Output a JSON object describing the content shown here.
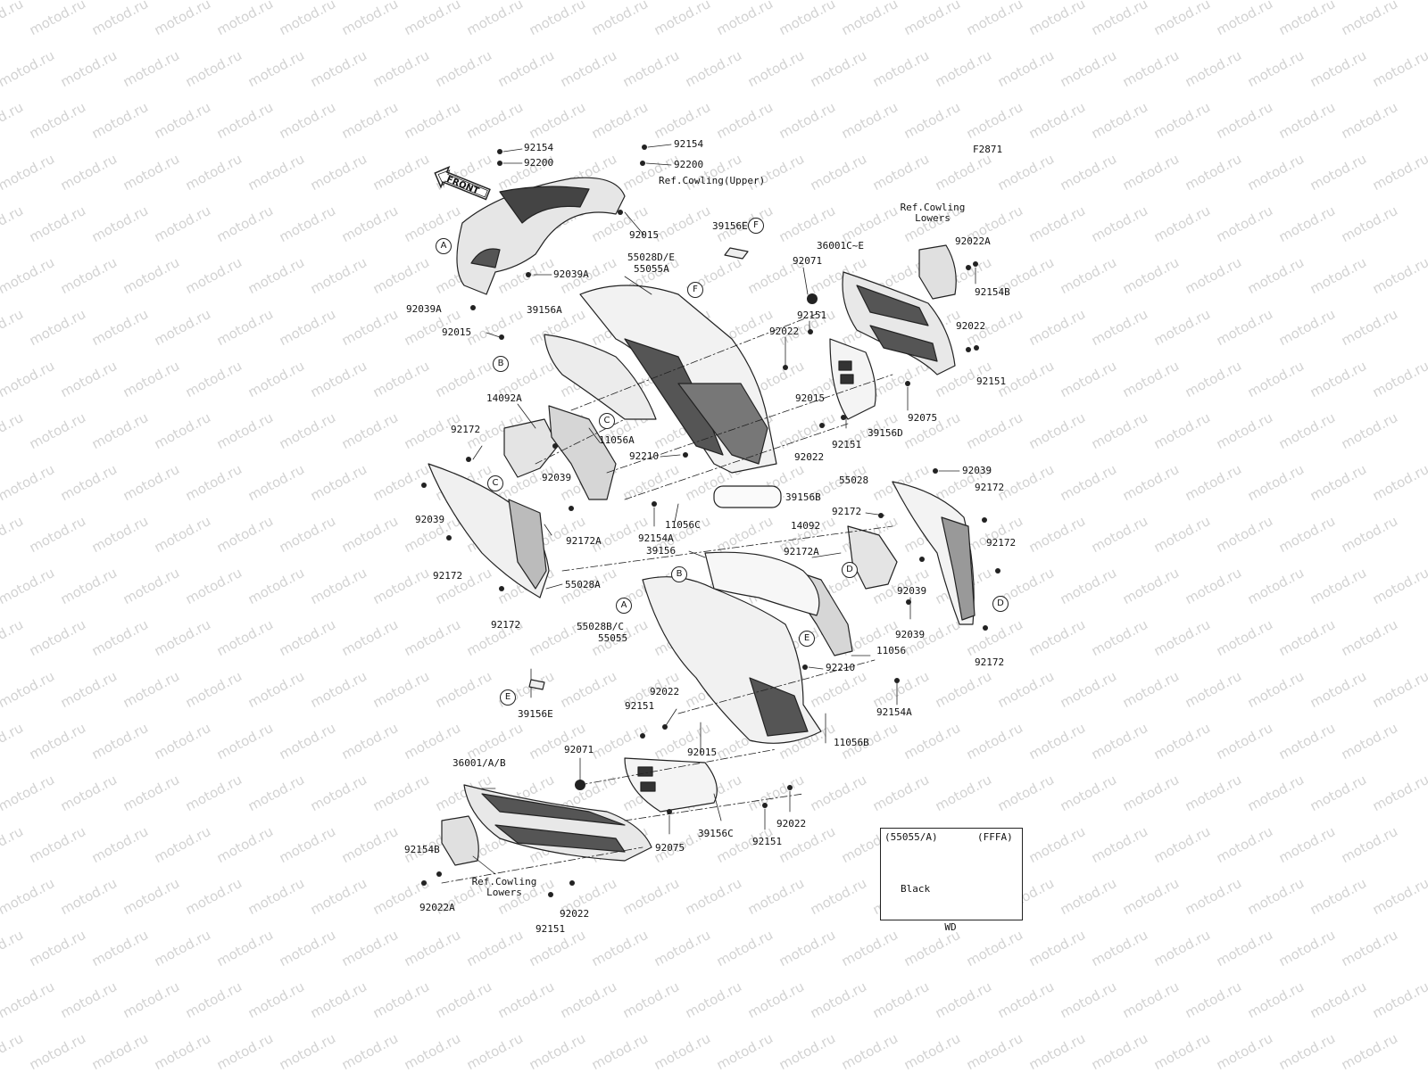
{
  "watermark": "motod.ru",
  "figure_code": "F2871",
  "front_arrow": "FRONT",
  "part_labels": [
    "92154",
    "92200",
    "92154",
    "92200",
    "Ref.Cowling(Upper)",
    "92015",
    "39156E",
    "55028D/E",
    "55055A",
    "92039A",
    "92039A",
    "92015",
    "39156A",
    "36001C~E",
    "92071",
    "92022A",
    "92154B",
    "92151",
    "92022",
    "92022",
    "92151",
    "92015",
    "39156D",
    "92075",
    "14092A",
    "92172",
    "11056A",
    "92039",
    "92210",
    "92022",
    "92151",
    "39156B",
    "92039",
    "55028",
    "92172",
    "92039",
    "92172",
    "92172A",
    "92154A",
    "11056C",
    "14092",
    "92172",
    "39156",
    "92172A",
    "92039",
    "92172",
    "92039",
    "55028A",
    "92172",
    "55028B/C",
    "55055",
    "11056",
    "92172",
    "92210",
    "92022",
    "92151",
    "92154A",
    "39156E",
    "92015",
    "11056B",
    "92071",
    "36001/A/B",
    "92075",
    "39156C",
    "92151",
    "92022",
    "92154B",
    "92022A",
    "92022",
    "92151"
  ],
  "ref_lowers_top": [
    "Ref.Cowling",
    "Lowers"
  ],
  "ref_lowers_bottom": [
    "Ref.Cowling",
    "Lowers"
  ],
  "callouts": [
    "A",
    "B",
    "F",
    "F",
    "C",
    "C",
    "D",
    "D",
    "B",
    "A",
    "E",
    "E"
  ],
  "inset": {
    "left_code": "(55055/A)",
    "right_code": "(FFFA)",
    "color_label": "Black",
    "caption": "WD"
  }
}
